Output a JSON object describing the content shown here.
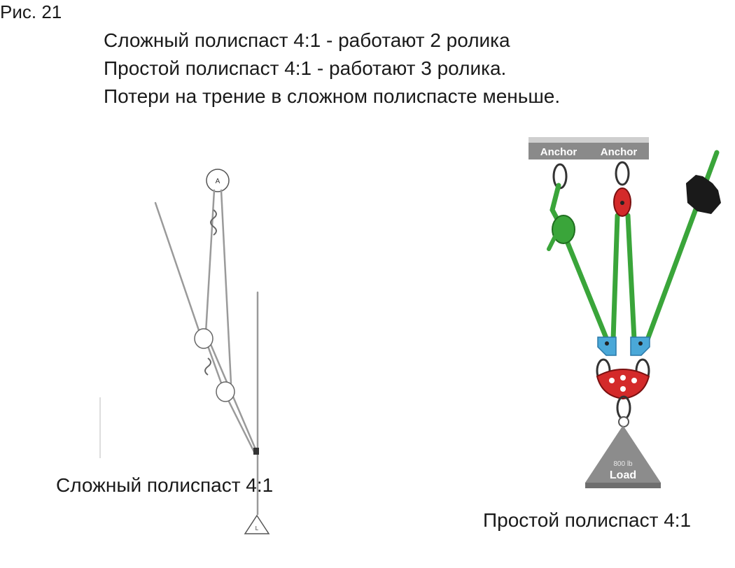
{
  "figure": {
    "label": "Рис. 21",
    "lines": [
      "Сложный полиспаст 4:1 - работают 2 ролика",
      "Простой полиспаст 4:1 - работают 3 ролика.",
      "Потери на трение в сложном полиспасте меньше."
    ]
  },
  "left_diagram": {
    "caption": "Сложный полиспаст 4:1",
    "anchor_letter": "A",
    "load_letter": "L",
    "colors": {
      "rope": "#9a9a9a",
      "outline": "#555555"
    }
  },
  "right_diagram": {
    "caption": "Простой полиспаст 4:1",
    "anchor_left": "Anchor",
    "anchor_right": "Anchor",
    "load_weight": "800 lb",
    "load_label": "Load",
    "colors": {
      "rope": "#3aa53a",
      "pulley": "#d42a2a",
      "block": "#4aa8d8",
      "anchor": "#8a8a8a",
      "load": "#8c8c8c"
    }
  }
}
